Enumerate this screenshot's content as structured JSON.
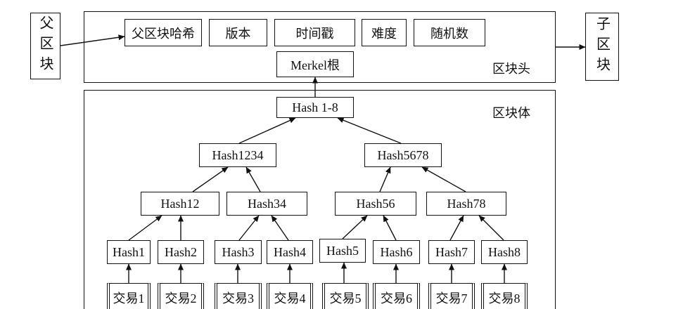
{
  "parent_block": "父区块",
  "child_block": "子区块",
  "header": {
    "label": "区块头",
    "fields": [
      "父区块哈希",
      "版本",
      "时间戳",
      "难度",
      "随机数"
    ],
    "merkle_root": "Merkel根"
  },
  "body": {
    "label": "区块体",
    "root": "Hash 1-8",
    "level2": [
      "Hash1234",
      "Hash5678"
    ],
    "level3": [
      "Hash12",
      "Hash34",
      "Hash56",
      "Hash78"
    ],
    "leaves": [
      "Hash1",
      "Hash2",
      "Hash3",
      "Hash4",
      "Hash5",
      "Hash6",
      "Hash7",
      "Hash8"
    ],
    "transactions": [
      "交易1",
      "交易2",
      "交易3",
      "交易4",
      "交易5",
      "交易6",
      "交易7",
      "交易8"
    ]
  }
}
